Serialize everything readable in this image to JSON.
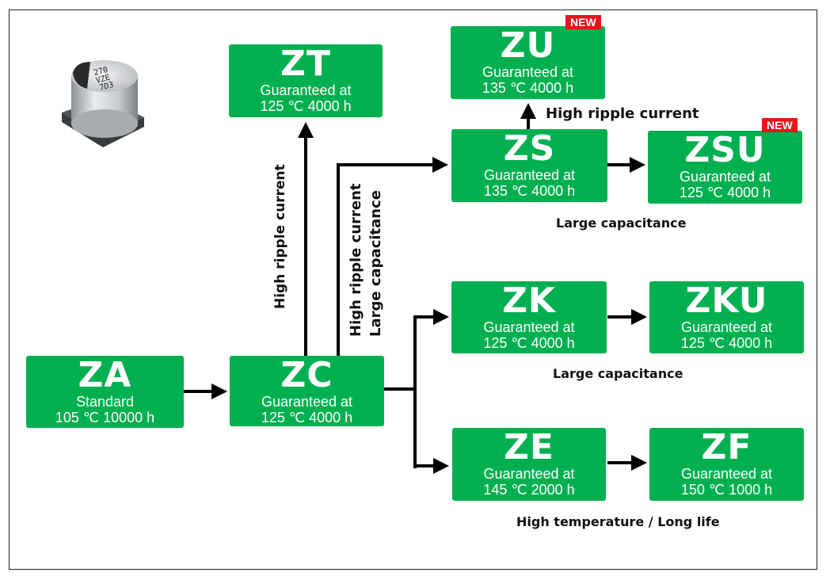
{
  "boxes": {
    "za": {
      "code": "ZA",
      "line1": "Standard",
      "line2": "105 ℃ 10000 h"
    },
    "zc": {
      "code": "ZC",
      "line1": "Guaranteed at",
      "line2": "125 ℃ 4000 h"
    },
    "zt": {
      "code": "ZT",
      "line1": "Guaranteed at",
      "line2": "125 ℃ 4000 h"
    },
    "zu": {
      "code": "ZU",
      "line1": "Guaranteed at",
      "line2": "135 ℃ 4000 h"
    },
    "zs": {
      "code": "ZS",
      "line1": "Guaranteed at",
      "line2": "135 ℃ 4000 h"
    },
    "zsu": {
      "code": "ZSU",
      "line1": "Guaranteed at",
      "line2": "125 ℃ 4000 h"
    },
    "zk": {
      "code": "ZK",
      "line1": "Guaranteed at",
      "line2": "125 ℃ 4000 h"
    },
    "zku": {
      "code": "ZKU",
      "line1": "Guaranteed at",
      "line2": "125 ℃ 4000 h"
    },
    "ze": {
      "code": "ZE",
      "line1": "Guaranteed at",
      "line2": "145 ℃ 2000 h"
    },
    "zf": {
      "code": "ZF",
      "line1": "Guaranteed at",
      "line2": "150 ℃ 1000 h"
    }
  },
  "badges": {
    "new": "NEW"
  },
  "labels": {
    "high_ripple_current": "High ripple current",
    "large_capacitance": "Large capacitance",
    "high_temp_long_life": "High temperature / Long life"
  },
  "capacitor": {
    "marking_line1": "270",
    "marking_line2": "VZE",
    "marking_line3": "7D3"
  },
  "colors": {
    "box_green": "#00b050",
    "badge_red": "#e8141b",
    "arrow": "#000000"
  }
}
